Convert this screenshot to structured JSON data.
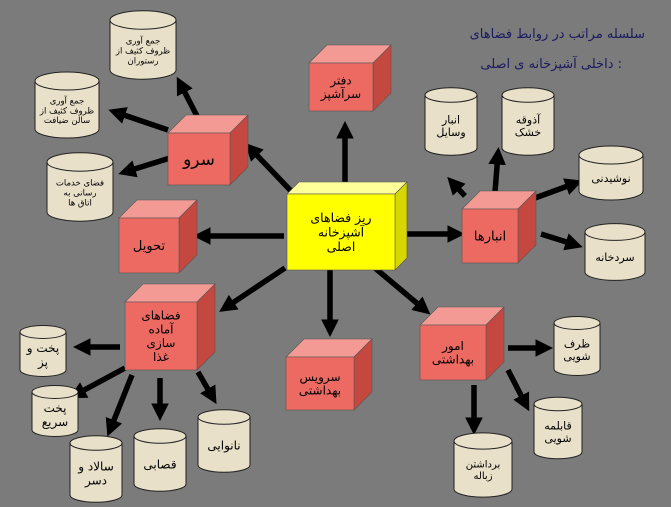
{
  "title": {
    "line1": "سلسله مراتب در روابط  فضاهای",
    "line2": "داخلی آشپزخانه ی اصلی :"
  },
  "colors": {
    "background": "#7b7b7b",
    "box_front": "#ec6a62",
    "box_top": "#f39a95",
    "box_side": "#c44840",
    "center_front": "#ffff00",
    "center_top": "#ffff99",
    "center_side": "#d6d600",
    "cylinder_fill": "#e8e0c8",
    "arrow": "#000000",
    "title_text": "#1a1a60"
  },
  "center": {
    "lines": [
      "ریز فضاهای",
      "آشپزخانه",
      "اصلی"
    ]
  },
  "boxes": {
    "dining_manager": {
      "lines": [
        "دفتر",
        "سرآشپز"
      ]
    },
    "serving": {
      "lines": [
        "سرو"
      ]
    },
    "delivery": {
      "lines": [
        "تحویل"
      ]
    },
    "food_prep": {
      "lines": [
        "فضاهای",
        "آماده",
        "سازی",
        "غذا"
      ]
    },
    "sanitary_service": {
      "lines": [
        "سرویس",
        "بهداشتی"
      ]
    },
    "sanitary_affairs": {
      "lines": [
        "امور",
        "بهداشتی"
      ]
    },
    "storages": {
      "lines": [
        "انبارها"
      ]
    }
  },
  "cylinders": {
    "collect_restaurant": {
      "lines": [
        "جمع آوری",
        "ظروف کثیف از",
        "رستوران"
      ]
    },
    "collect_hall": {
      "lines": [
        "جمع آوری",
        "ظروف کثیف از",
        "سالن ضیافت"
      ]
    },
    "service_space": {
      "lines": [
        "فضای خدمات",
        "رسانی به",
        "اتاق ها"
      ]
    },
    "dry_food": {
      "lines": [
        "آذوقه",
        "خشک"
      ]
    },
    "tools_store": {
      "lines": [
        "انبار",
        "وسایل"
      ]
    },
    "beverage": {
      "lines": [
        "نوشیدنی"
      ]
    },
    "cold_room": {
      "lines": [
        "سردخانه"
      ]
    },
    "cooking_baking": {
      "lines": [
        "پخت و",
        "پز"
      ]
    },
    "quick_cooking": {
      "lines": [
        "پخت",
        "سریع"
      ]
    },
    "salad_dessert": {
      "lines": [
        "سالاد و",
        "دسر"
      ]
    },
    "butchery": {
      "lines": [
        "قصابی"
      ]
    },
    "bakery": {
      "lines": [
        "نانوایی"
      ]
    },
    "dishwash": {
      "lines": [
        "ظرف",
        "شویی"
      ]
    },
    "potwash": {
      "lines": [
        "قابلمه",
        "شویی"
      ]
    },
    "waste": {
      "lines": [
        "برداشتن",
        "زباله"
      ]
    }
  }
}
